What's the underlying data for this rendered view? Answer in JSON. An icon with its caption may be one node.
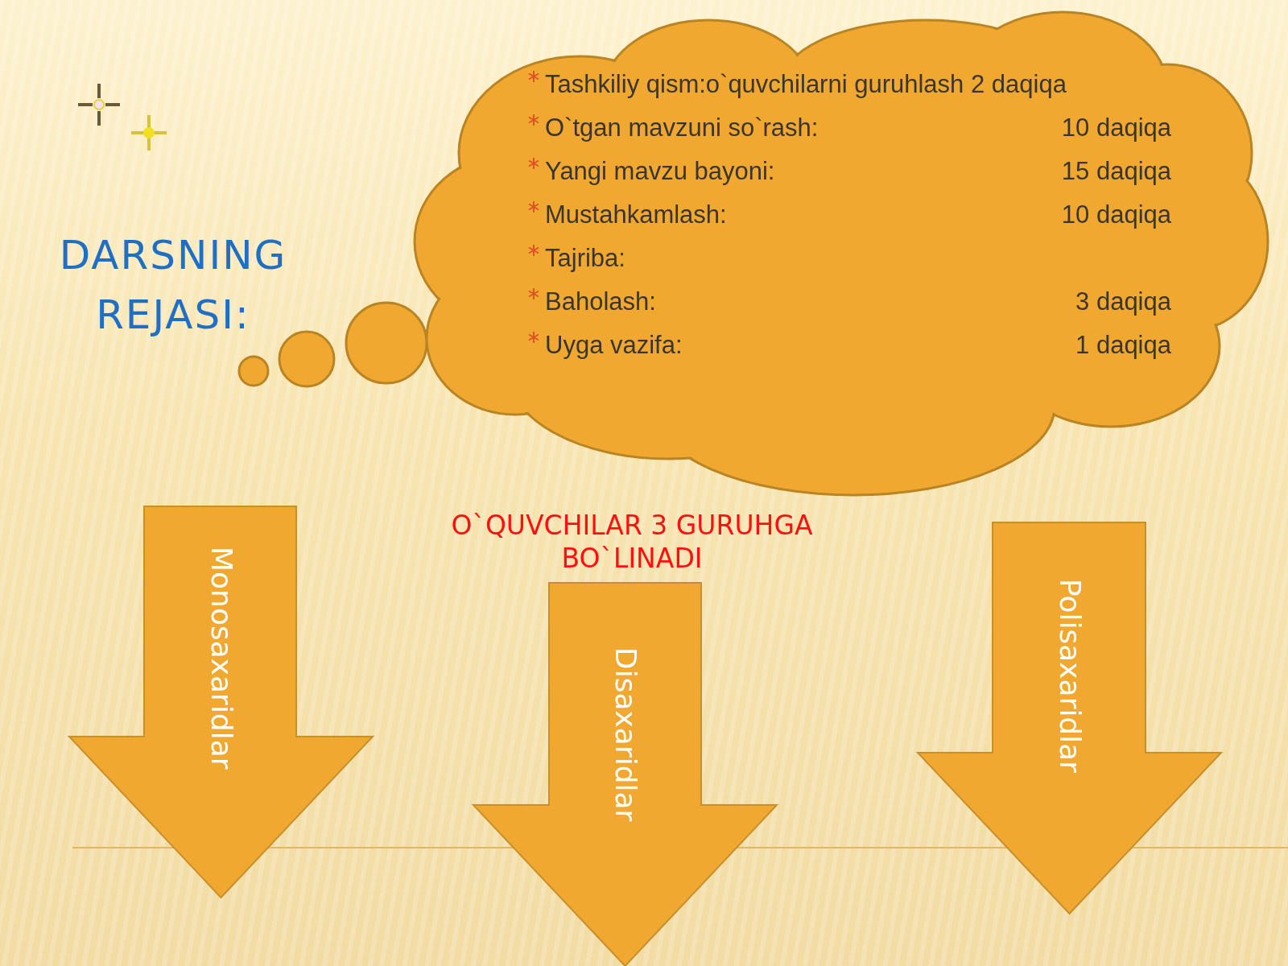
{
  "diagram": {
    "title": "DARSNING REJASI:",
    "nodes": [
      {
        "text": [
          "Tashkiliy qism:o`quvchilarni guruhlash 2 daqiqa",
          "O`tgan mavzuni so`rash:",
          "10 daqiqa",
          "Yangi mavzu bayoni:",
          "15 daqiqa",
          "Mustahkamlash:",
          "10 daqiqa",
          "Tajriba:",
          "Baholash:",
          "3 daqiqa",
          "Uyga vazifa:",
          "1 daqiqa"
        ]
      },
      {
        "text": [
          "Monosaxaridlar"
        ]
      },
      {
        "text": [
          "Disaxaridlar"
        ]
      },
      {
        "text": [
          "Polisaxaridlar"
        ]
      }
    ],
    "labels": [
      "O`QUVCHILAR 3 GURUHGA BO`LINADI"
    ]
  }
}
